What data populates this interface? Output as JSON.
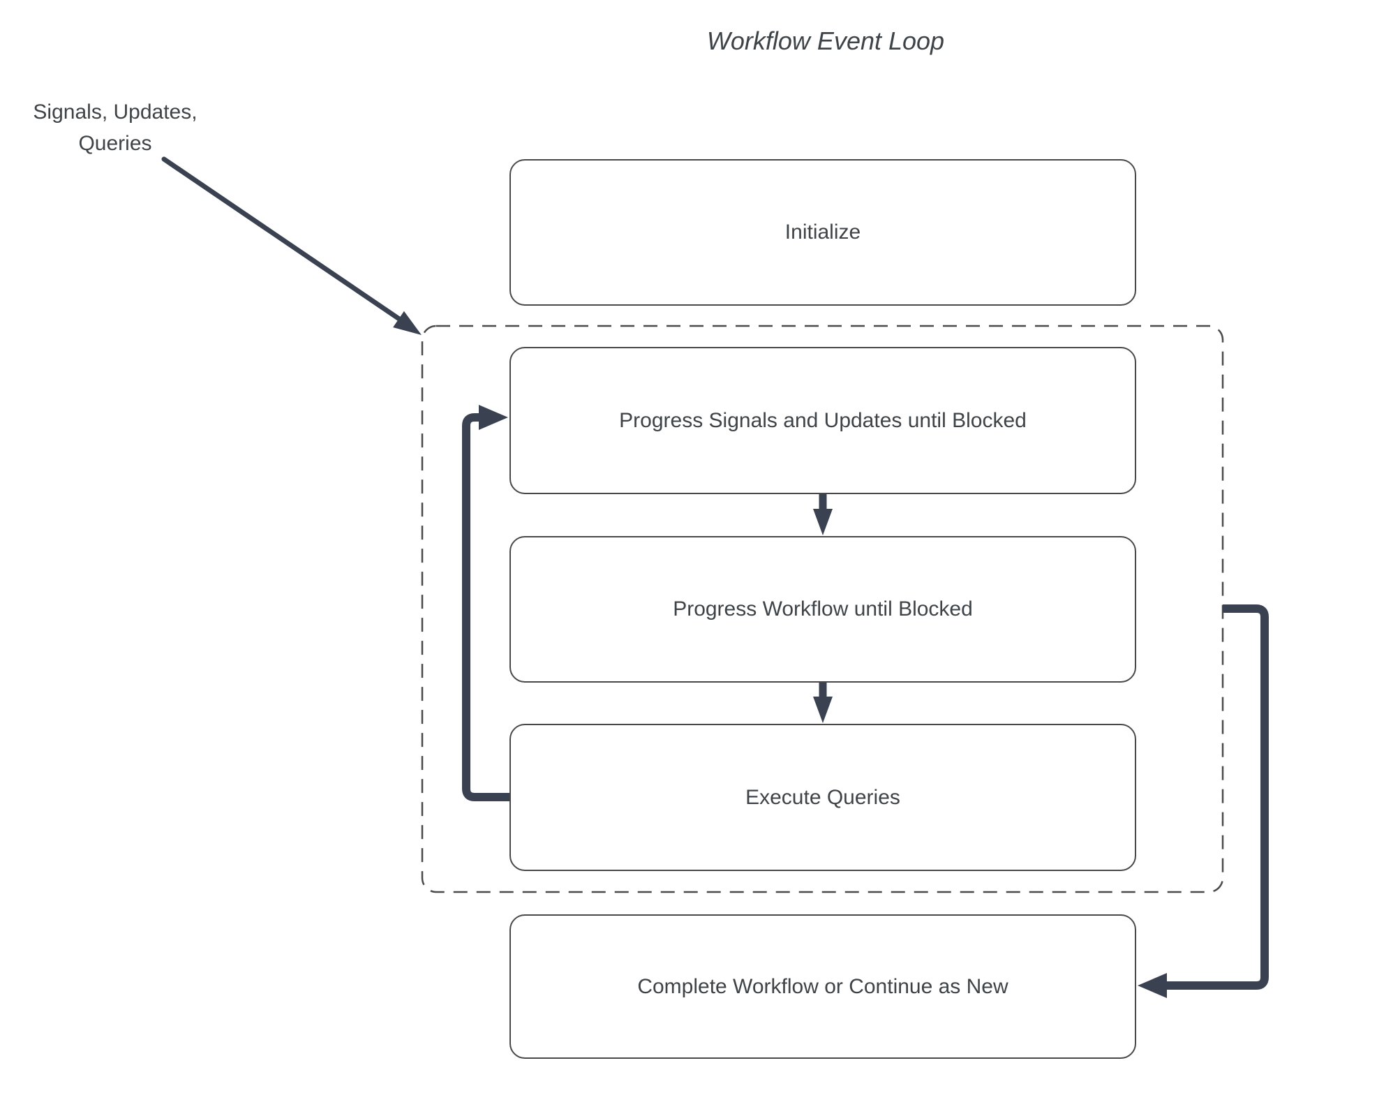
{
  "title": "Workflow Event Loop",
  "annotation": {
    "line1": "Signals, Updates,",
    "line2": "Queries"
  },
  "nodes": {
    "initialize": "Initialize",
    "progress_signals": "Progress Signals and Updates until Blocked",
    "progress_workflow": "Progress Workflow until Blocked",
    "execute_queries": "Execute Queries",
    "complete_workflow": "Complete Workflow or Continue as New"
  },
  "icons": {
    "arrowhead_icon": "filled-triangle"
  },
  "colors": {
    "arrow": "#3a4150",
    "node_border": "#484848",
    "dashed_boundary": "#4a4a4a",
    "text": "#3e4347",
    "background": "#ffffff"
  }
}
